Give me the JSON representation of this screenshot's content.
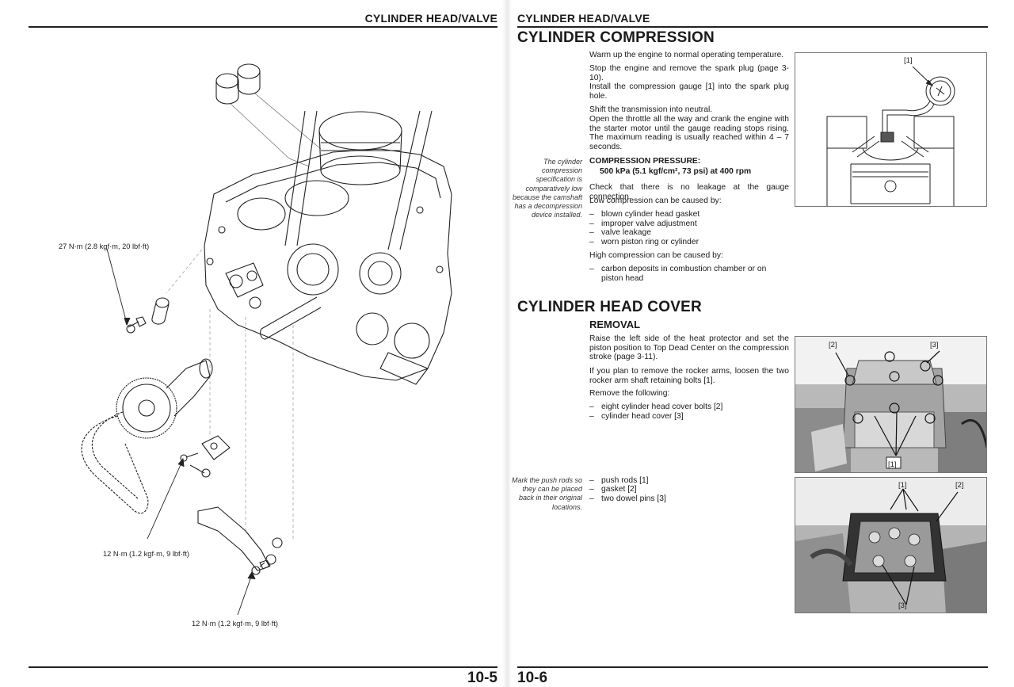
{
  "left_page": {
    "header": "CYLINDER HEAD/VALVE",
    "torque_labels": [
      "27 N·m (2.8 kgf·m, 20 lbf·ft)",
      "12 N·m (1.2 kgf·m, 9 lbf·ft)",
      "12 N·m (1.2 kgf·m, 9 lbf·ft)"
    ],
    "page_number": "10-5"
  },
  "right_page": {
    "header": "CYLINDER HEAD/VALVE",
    "page_number": "10-6",
    "compression": {
      "title": "CYLINDER COMPRESSION",
      "p1": "Warm up the engine to normal operating temperature.",
      "p2": "Stop the engine and remove the spark plug (page 3-10).",
      "p3": "Install the compression gauge [1] into the spark plug hole.",
      "p4": "Shift the transmission into neutral.",
      "p5": "Open the throttle all the way and crank the engine with the starter motor until the gauge reading stops rising. The maximum reading is usually reached within 4 – 7 seconds.",
      "spec_title": "COMPRESSION PRESSURE:",
      "spec_value": "500 kPa (5.1 kgf/cm², 73 psi) at 400 rpm",
      "side_note": "The cylinder compression specification is comparatively low because the camshaft has a decompression device installed.",
      "p6": "Check that there is no leakage at the gauge connection.",
      "low_intro": "Low compression can be caused by:",
      "low_causes": [
        "blown cylinder head gasket",
        "improper valve adjustment",
        "valve leakage",
        "worn piston ring or cylinder"
      ],
      "high_intro": "High compression can be caused by:",
      "high_causes": [
        "carbon deposits in combustion chamber or on piston head"
      ],
      "fig_label": "[1]"
    },
    "head_cover": {
      "title": "CYLINDER HEAD COVER",
      "subtitle": "REMOVAL",
      "p1": "Raise the left side of the heat protector and set the piston position to Top Dead Center on the compression stroke (page 3-11).",
      "p2": "If you plan to remove the rocker arms, loosen the two rocker arm shaft retaining bolts [1].",
      "p3": "Remove the following:",
      "remove_items_1": [
        "eight cylinder head cover bolts [2]",
        "cylinder head cover [3]"
      ],
      "side_note": "Mark the push rods so they can be placed back in their original locations.",
      "remove_items_2": [
        "push rods [1]",
        "gasket [2]",
        "two dowel pins [3]"
      ],
      "photo1_labels": [
        "[2]",
        "[3]",
        "[1]"
      ],
      "photo2_labels": [
        "[1]",
        "[2]",
        "[3]"
      ]
    }
  },
  "colors": {
    "text": "#1a1a1a",
    "rule": "#222222",
    "photo_dark": "#2a2a2a",
    "photo_light": "#cfcfcf"
  }
}
